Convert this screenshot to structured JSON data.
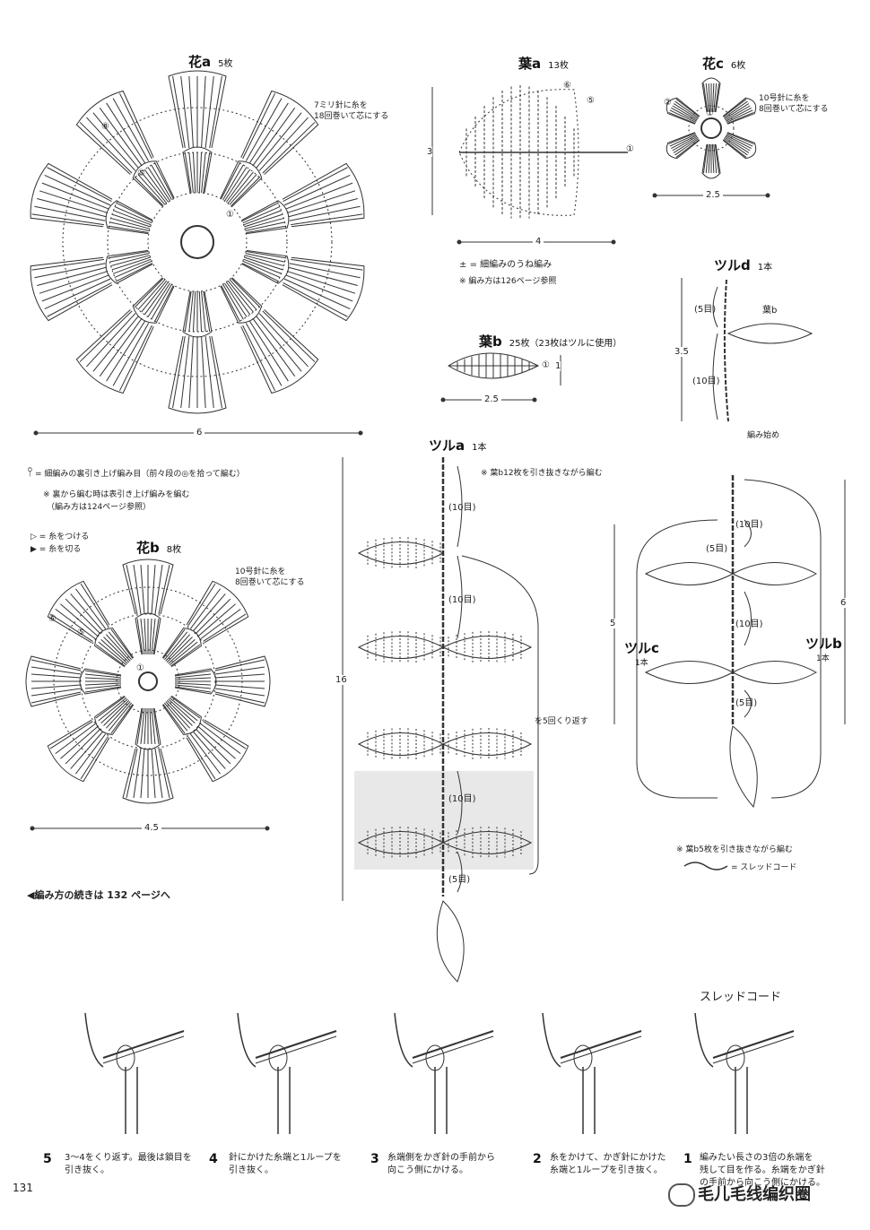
{
  "page_number": "131",
  "flower_a": {
    "title": "花a",
    "count": "5枚",
    "note": "7ミリ針に糸を\n18回巻いて芯にする",
    "size": "6",
    "rounds": [
      "⑧",
      "⑤",
      "①"
    ]
  },
  "leaf_a": {
    "title": "葉a",
    "count": "13枚",
    "height": "3",
    "width": "4",
    "rounds": [
      "⑥",
      "⑤",
      "①"
    ]
  },
  "flower_c": {
    "title": "花c",
    "count": "6枚",
    "note": "10号針に糸を\n8回巻いて芯にする",
    "size": "2.5",
    "rounds": [
      "②",
      "①"
    ]
  },
  "legend_a": {
    "symbol": "±",
    "text": "= 細編みのうね編み",
    "ref": "※ 編み方は126ページ参照"
  },
  "leaf_b": {
    "title": "葉b",
    "count": "25枚（23枚はツルに使用）",
    "height": "1",
    "width": "2.5",
    "round": "①"
  },
  "vine_d": {
    "title": "ツルd",
    "count": "1本",
    "leaf_label": "葉b",
    "seg1": "(5目)",
    "seg2": "(10目)",
    "height": "3.5",
    "start": "編み始め"
  },
  "legend_b": {
    "symbol": "⫯",
    "text": "= 細編みの裏引き上げ編み目（前々段の◎を拾って編む）",
    "note1": "※ 裏から編む時は表引き上げ編みを編む",
    "note2": "（編み方は124ページ参照）",
    "join_symbol": "▷",
    "join_text": "= 糸をつける",
    "cut_symbol": "▶",
    "cut_text": "= 糸を切る"
  },
  "flower_b": {
    "title": "花b",
    "count": "8枚",
    "note": "10号針に糸を\n8回巻いて芯にする",
    "size": "4.5",
    "rounds": [
      "⑥",
      "⑤",
      "①"
    ]
  },
  "continue_note": "◀編み方の続きは 132 ページへ",
  "vine_a": {
    "title": "ツルa",
    "count": "1本",
    "note": "※ 葉b12枚を引き抜きながら編む",
    "seg": "(10目)",
    "seg_last": "(5目)",
    "repeat": "を5回くり返す",
    "height": "16"
  },
  "vine_c": {
    "title": "ツルc",
    "count": "1本",
    "height": "5"
  },
  "vine_b": {
    "title": "ツルb",
    "count": "1本",
    "height": "6"
  },
  "vine_bc": {
    "seg10": "(10目)",
    "seg5": "(5目)"
  },
  "thread_cord": {
    "note": "※ 葉b5枚を引き抜きながら編む",
    "legend": "= スレッドコード",
    "title": "スレッドコード"
  },
  "steps": [
    {
      "num": "5",
      "text": "3〜4をくり返す。最後は鎖目を\n引き抜く。"
    },
    {
      "num": "4",
      "text": "針にかけた糸端と1ループを\n引き抜く。"
    },
    {
      "num": "3",
      "text": "糸端側をかぎ針の手前から\n向こう側にかける。"
    },
    {
      "num": "2",
      "text": "糸をかけて、かぎ針にかけた\n糸端と1ループを引き抜く。"
    },
    {
      "num": "1",
      "text": "編みたい長さの3倍の糸端を\n残して目を作る。糸端をかぎ針\nの手前から向こう側にかける。"
    }
  ],
  "watermark": "毛儿毛线编织圈"
}
